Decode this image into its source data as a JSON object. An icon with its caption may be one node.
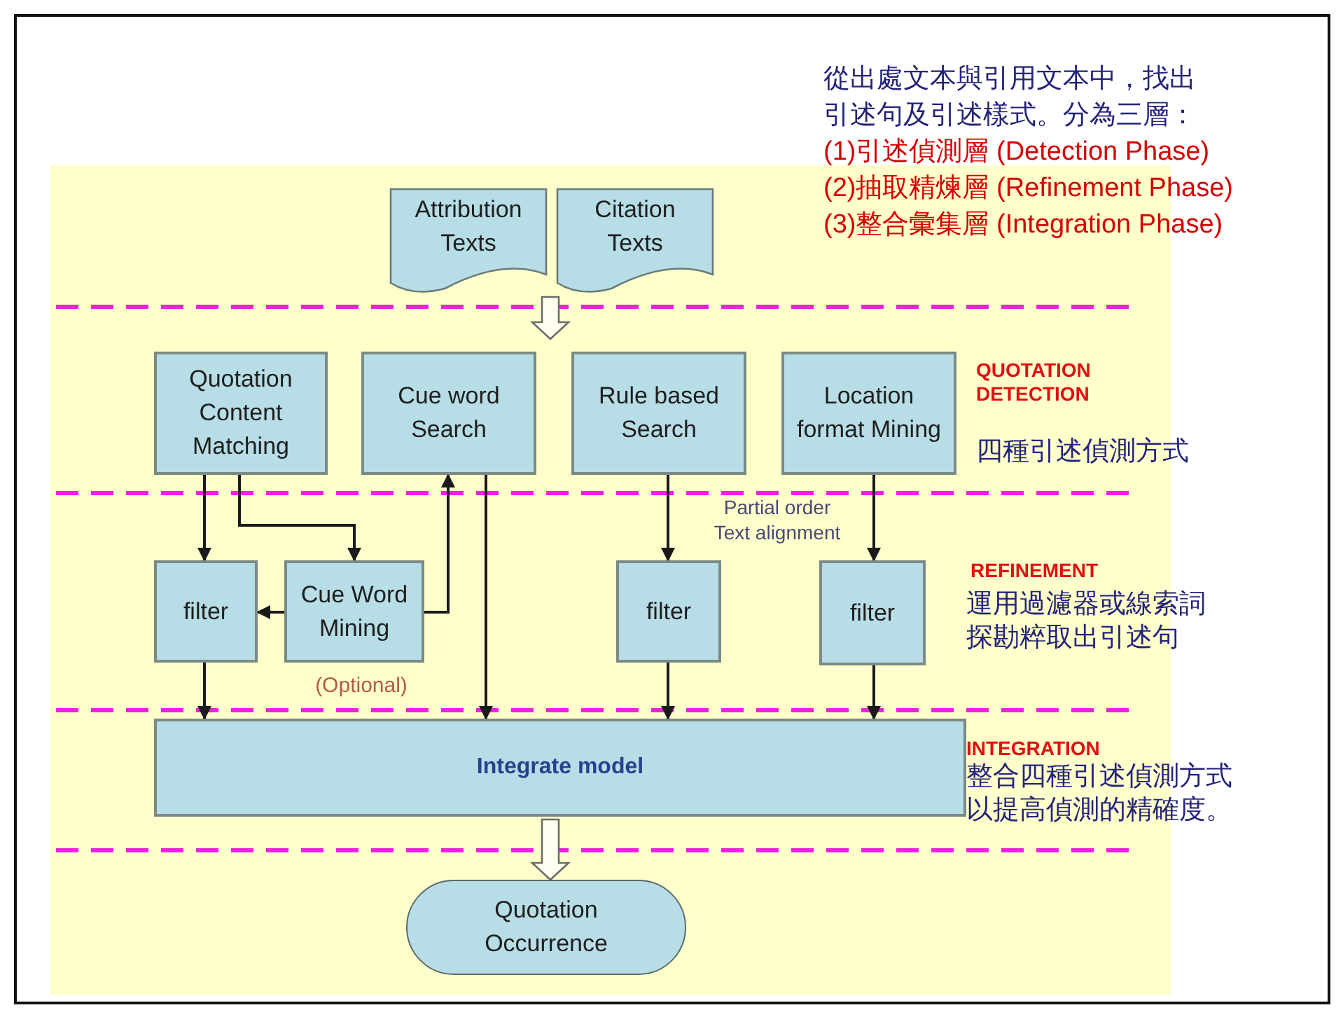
{
  "diagram": {
    "nodes": [
      {
        "text": [
          "Attribution Texts"
        ]
      },
      {
        "text": [
          "Citation Texts"
        ]
      },
      {
        "text": [
          "Quotation Content Matching"
        ]
      },
      {
        "text": [
          "Cue word Search"
        ]
      },
      {
        "text": [
          "Rule based Search"
        ]
      },
      {
        "text": [
          "Location format Mining"
        ]
      },
      {
        "text": [
          "filter"
        ]
      },
      {
        "text": [
          "Cue Word Mining"
        ],
        "beside": [
          "(Optional)"
        ]
      },
      {
        "text": [
          "filter"
        ]
      },
      {
        "text": [
          "filter"
        ]
      },
      {
        "text": [
          "Integrate model"
        ]
      },
      {
        "text": [
          "Quotation Occurrence"
        ]
      }
    ],
    "edges": [
      {
        "from": 0,
        "to": null,
        "arrow": "to",
        "style": "thick"
      },
      {
        "from": 1,
        "to": null,
        "arrow": "to",
        "style": "thick"
      },
      {
        "from": 2,
        "to": 6,
        "arrow": "to"
      },
      {
        "from": 2,
        "to": 7,
        "arrow": "to"
      },
      {
        "from": 7,
        "to": 6,
        "arrow": "to"
      },
      {
        "from": 7,
        "to": 3,
        "arrow": "to"
      },
      {
        "from": 3,
        "to": 10,
        "arrow": "to"
      },
      {
        "from": 4,
        "to": 8,
        "arrow": "to"
      },
      {
        "from": 5,
        "to": 9,
        "arrow": "to"
      },
      {
        "from": 6,
        "to": 10,
        "arrow": "to"
      },
      {
        "from": 8,
        "to": 10,
        "arrow": "to"
      },
      {
        "from": 9,
        "to": 10,
        "arrow": "to"
      },
      {
        "from": 10,
        "to": 11,
        "arrow": "to",
        "style": "thick"
      }
    ],
    "labels": [
      "從出處文本與引用文本中，找出引述句及引述樣式。分為三層：",
      "(1)引述偵測層 (Detection Phase)",
      "(2)抽取精煉層 (Refinement Phase)",
      "(3)整合彙集層 (Integration Phase)",
      "QUOTATION DETECTION",
      "四種引述偵測方式",
      "Partial order Text alignment",
      "REFINEMENT",
      "運用過濾器或線索詞探勘粹取出引述句",
      "INTEGRATION",
      "整合四種引述偵測方式以提高偵測的精確度。"
    ]
  }
}
